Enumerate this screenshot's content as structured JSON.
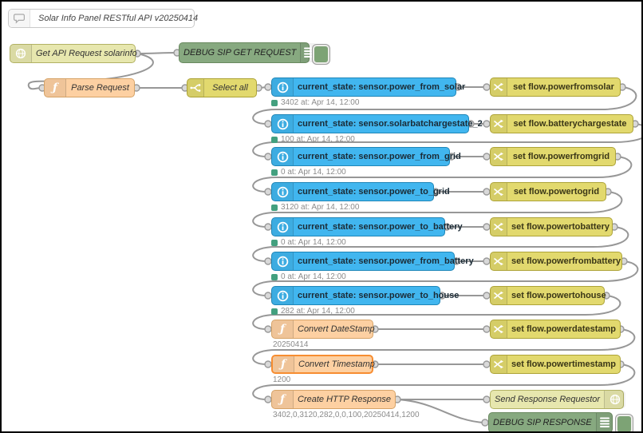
{
  "colors": {
    "ha_blue": "#41b6ef",
    "change_yellow": "#e2d96e",
    "http_pale_yellow": "#e7e7ae",
    "function_orange": "#fdd0a2",
    "debug_green": "#87a980",
    "status_green": "#43a07f",
    "selected_outline_orange": "#f78d31",
    "wire_gray": "#979797"
  },
  "comment": {
    "label": "Solar Info Panel RESTful API v20250414"
  },
  "entry": {
    "http_in": "Get API Request solarinfo",
    "debug_request": "DEBUG SIP GET REQUEST",
    "parse": "Parse Request",
    "select": "Select all"
  },
  "rows": [
    {
      "source": "current_state: sensor.power_from_solar",
      "status": "3402 at: Apr 14, 12:00",
      "target": "set flow.powerfromsolar"
    },
    {
      "source": "current_state: sensor.solarbatchargestate_2",
      "status": "100 at: Apr 14, 12:00",
      "target": "set flow.batterychargestate"
    },
    {
      "source": "current_state: sensor.power_from_grid",
      "status": "0 at: Apr 14, 12:00",
      "target": "set flow.powerfromgrid"
    },
    {
      "source": "current_state: sensor.power_to_grid",
      "status": "3120 at: Apr 14, 12:00",
      "target": "set flow.powertogrid"
    },
    {
      "source": "current_state: sensor.power_to_battery",
      "status": "0 at: Apr 14, 12:00",
      "target": "set flow.powertobattery"
    },
    {
      "source": "current_state: sensor.power_from_battery",
      "status": "0 at: Apr 14, 12:00",
      "target": "set flow.powerfrombattery"
    },
    {
      "source": "current_state: sensor.power_to_house",
      "status": "282 at: Apr 14, 12:00",
      "target": "set flow.powertohouse"
    },
    {
      "source": "Convert DateStamp",
      "status": "20250414",
      "target": "set flow.powerdatestamp"
    },
    {
      "source": "Convert Timestamp",
      "status": "1200",
      "target": "set flow.powertimestamp",
      "selected": true
    },
    {
      "source": "Create HTTP Response",
      "status": "3402,0,3120,282,0,0,100,20250414,1200"
    }
  ],
  "exit": {
    "http_response": "Send Response Requestor",
    "debug_response": "DEBUG SIP RESPONSE"
  }
}
